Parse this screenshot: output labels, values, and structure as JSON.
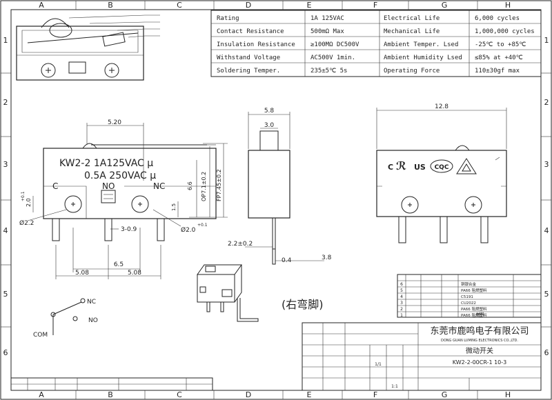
{
  "grid": {
    "columns": [
      "A",
      "B",
      "C",
      "D",
      "E",
      "F",
      "G",
      "H"
    ],
    "rows": [
      "1",
      "2",
      "3",
      "4",
      "5",
      "6"
    ]
  },
  "spec_table": [
    {
      "label1": "Rating",
      "value1": "1A  125VAC",
      "label2": "Electrical Life",
      "value2": "6,000 cycles"
    },
    {
      "label1": "Contact Resistance",
      "value1": "500mΩ  Max",
      "label2": "Mechanical Life",
      "value2": "1,000,000 cycles"
    },
    {
      "label1": "Insulation Resistance",
      "value1": "≥100MΩ  DC500V",
      "label2": "Ambient Temper. Lsed",
      "value2": "-25℃ to +85℃"
    },
    {
      "label1": "Withstand Voltage",
      "value1": "AC500V  1min.",
      "label2": "Ambient Humidity Lsed",
      "value2": "≤85% at +40℃"
    },
    {
      "label1": "Soldering Temper.",
      "value1": "235±5℃ 5s",
      "label2": "Operating Force",
      "value2": "110±30gf max"
    }
  ],
  "front_view": {
    "marking_line1": "KW2-2  1A125VAC μ",
    "marking_line2": "0.5A  250VAC μ",
    "pin_c": "C",
    "pin_no": "NO",
    "pin_nc": "NC",
    "dims": {
      "top_width": "5.20",
      "height_66": "6.6",
      "op_pos": "OP7.1±0.2",
      "fp_pos": "FP7.45±0.2",
      "hole_left": "2.0",
      "hole_left_tol": "+0.1",
      "hole_diam_left": "Ø2.2",
      "hole_diam_right": "Ø2.0",
      "hole_right_tol": "+0.1",
      "pin_width": "3-0.9",
      "small_15": "1.5",
      "span_65": "6.5",
      "pitch_a": "5.08",
      "pitch_b": "5.08"
    }
  },
  "side_view": {
    "dims": {
      "w": "5.8",
      "act": "3.0",
      "pin": "2.2±0.2",
      "thick": "0.4",
      "bend": "3.8"
    }
  },
  "back_view": {
    "dims": {
      "w": "12.8"
    },
    "cert_c": "C",
    "cert_us": "US",
    "cert_ul": "ℛ",
    "cert_cqc": "CQC"
  },
  "schematic": {
    "nc": "NC",
    "no": "NO",
    "com": "COM"
  },
  "iso_caption": "(右弯脚)",
  "bom": {
    "header": "材料",
    "rows": [
      "铜银合金",
      "PA66 阻燃塑料",
      "C5191",
      "CU2022",
      "PA66 阻燃塑料",
      "PA66 阻燃塑料"
    ],
    "row_nums": [
      "6",
      "5",
      "4",
      "3",
      "2",
      "1"
    ]
  },
  "title_block": {
    "company": "东莞市鹿鸣电子有限公司",
    "company_en": "DONG GUAN LUMING ELECTRONICS CO.,LTD.",
    "part_name": "微动开关",
    "part_no": "KW2-2-00CR-1 10-3",
    "scale": "1:1",
    "sheet": "1/1"
  }
}
